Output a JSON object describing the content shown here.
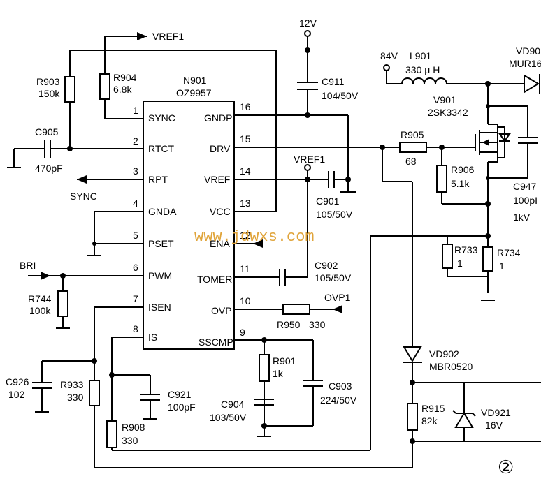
{
  "title": "",
  "chip": {
    "ref": "N901",
    "part": "OZ9957",
    "left_pins": [
      {
        "num": "1",
        "name": "SYNC"
      },
      {
        "num": "2",
        "name": "RTCT"
      },
      {
        "num": "3",
        "name": "RPT"
      },
      {
        "num": "4",
        "name": "GNDA"
      },
      {
        "num": "5",
        "name": "PSET"
      },
      {
        "num": "6",
        "name": "PWM"
      },
      {
        "num": "7",
        "name": "ISEN"
      },
      {
        "num": "8",
        "name": "IS"
      }
    ],
    "right_pins": [
      {
        "num": "16",
        "name": "GNDP"
      },
      {
        "num": "15",
        "name": "DRV"
      },
      {
        "num": "14",
        "name": "VREF"
      },
      {
        "num": "13",
        "name": "VCC"
      },
      {
        "num": "12",
        "name": "ENA"
      },
      {
        "num": "11",
        "name": "TOMER"
      },
      {
        "num": "10",
        "name": "OVP"
      },
      {
        "num": "9",
        "name": "SSCMP"
      }
    ]
  },
  "nets": {
    "vref1_top": "VREF1",
    "v12": "12V",
    "v84": "84V",
    "vref1_right": "VREF1",
    "sync_out": "SYNC",
    "bri_in": "BRI",
    "ovp1": "OVP1"
  },
  "components": {
    "R903": {
      "ref": "R903",
      "value": "150k"
    },
    "R904": {
      "ref": "R904",
      "value": "6.8k"
    },
    "C905": {
      "ref": "C905",
      "value": "470pF"
    },
    "C911": {
      "ref": "C911",
      "value": "104/50V"
    },
    "L901": {
      "ref": "L901",
      "value": "330 μ H"
    },
    "VD90x": {
      "ref": "VD90",
      "value": "MUR16"
    },
    "V901": {
      "ref": "V901",
      "value": "2SK3342"
    },
    "R905": {
      "ref": "R905",
      "value": "68"
    },
    "R906": {
      "ref": "R906",
      "value": "5.1k"
    },
    "C947": {
      "ref": "C947",
      "value": "100pI",
      "extra": "1kV"
    },
    "C901": {
      "ref": "C901",
      "value": "105/50V"
    },
    "C902": {
      "ref": "C902",
      "value": "105/50V"
    },
    "R733": {
      "ref": "R733",
      "value": "1"
    },
    "R734": {
      "ref": "R734",
      "value": "1"
    },
    "R744": {
      "ref": "R744",
      "value": "100k"
    },
    "R950": {
      "ref": "R950",
      "value": "330"
    },
    "VD902": {
      "ref": "VD902",
      "value": "MBR0520"
    },
    "R901": {
      "ref": "R901",
      "value": "1k"
    },
    "C926": {
      "ref": "C926",
      "value": "102"
    },
    "R933": {
      "ref": "R933",
      "value": "330"
    },
    "C921": {
      "ref": "C921",
      "value": "100pF"
    },
    "C904": {
      "ref": "C904",
      "value": "103/50V"
    },
    "C903": {
      "ref": "C903",
      "value": "224/50V"
    },
    "R908": {
      "ref": "R908",
      "value": "330"
    },
    "R915": {
      "ref": "R915",
      "value": "82k"
    },
    "VD921": {
      "ref": "VD921",
      "value": "VD921",
      "extra": "16V"
    }
  },
  "watermark": "www.jdwxs.com",
  "figure_number": "②"
}
